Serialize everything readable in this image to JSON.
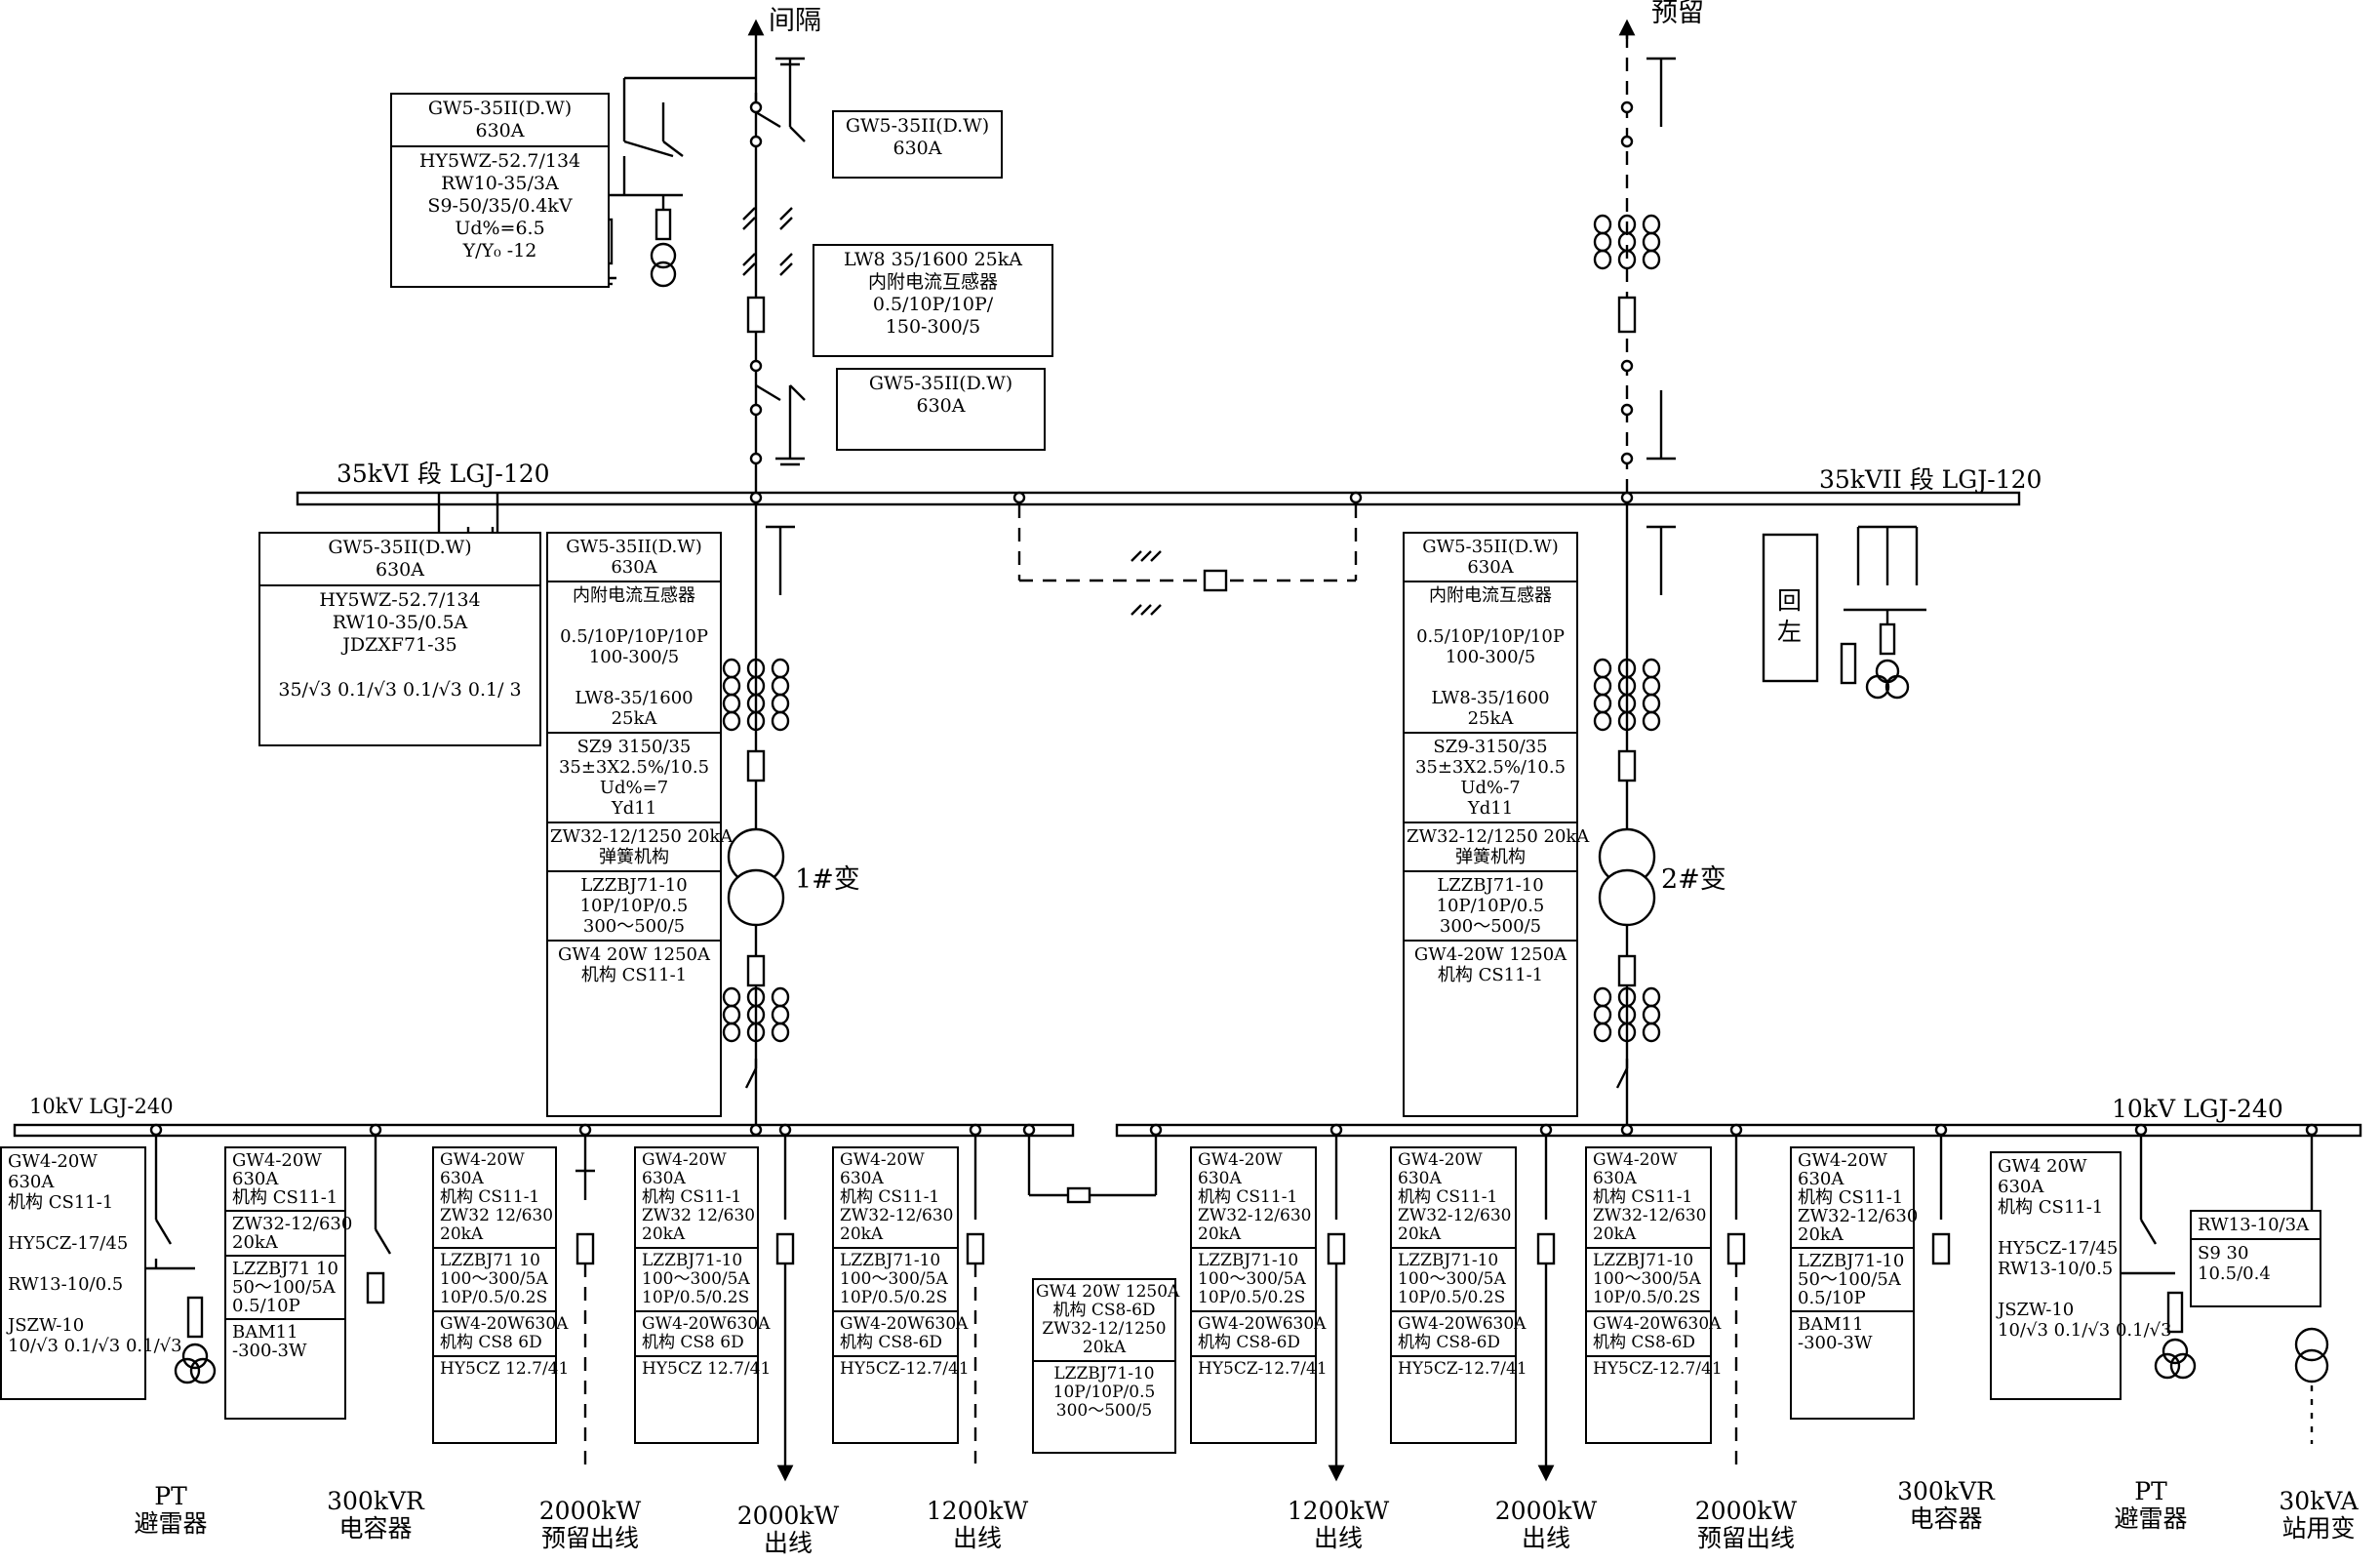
{
  "top_labels": {
    "bay": "间隔",
    "reserve": "预留"
  },
  "bus35": {
    "seg1": "35kVI 段  LGJ-120",
    "seg2": "35kVII 段 LGJ-120"
  },
  "bus10": {
    "left": "10kV   LGJ-240",
    "right": "10kV   LGJ-240"
  },
  "transformers": {
    "t1": "1#变",
    "t2": "2#变"
  },
  "return_left": "回左",
  "incoming_boxes": [
    {
      "id": "in-pt",
      "lines": [
        "GW5-35II(D.W)",
        "630A",
        "---",
        "HY5WZ-52.7/134",
        "RW10-35/3A",
        "S9-50/35/0.4kV",
        "Ud%=6.5",
        "Y/Y₀ -12"
      ]
    },
    {
      "id": "in-sw1",
      "lines": [
        "GW5-35II(D.W)",
        "630A"
      ]
    },
    {
      "id": "in-cb",
      "lines": [
        "LW8  35/1600  25kA",
        "内附电流互感器",
        "0.5/10P/10P/",
        "150-300/5"
      ]
    },
    {
      "id": "in-sw2",
      "lines": [
        "GW5-35II(D.W)",
        "630A"
      ]
    }
  ],
  "pt35_box": {
    "lines": [
      "GW5-35II(D.W)",
      "630A",
      "---",
      "HY5WZ-52.7/134",
      "RW10-35/0.5A",
      "JDZXF71-35",
      "",
      "35/√3  0.1/√3    0.1/√3    0.1/ 3"
    ]
  },
  "t1_box": {
    "lines": [
      "GW5-35II(D.W)",
      "630A",
      "---",
      "内附电流互感器",
      "",
      "0.5/10P/10P/10P",
      "100-300/5",
      "",
      "LW8-35/1600",
      "25kA",
      "---",
      "SZ9  3150/35",
      "35±3X2.5%/10.5",
      "Ud%=7",
      "Yd11",
      "---",
      "ZW32-12/1250  20kA",
      "弹簧机构",
      "---",
      "LZZBJ71-10",
      "10P/10P/0.5",
      "300～500/5",
      "---",
      "GW4  20W  1250A",
      "机构 CS11-1"
    ]
  },
  "t2_box": {
    "lines": [
      "GW5-35II(D.W)",
      "630A",
      "---",
      "内附电流互感器",
      "",
      "0.5/10P/10P/10P",
      "100-300/5",
      "",
      "LW8-35/1600",
      "25kA",
      "---",
      "SZ9-3150/35",
      "35±3X2.5%/10.5",
      "Ud%-7",
      "Yd11",
      "---",
      "ZW32-12/1250  20kA",
      "弹簧机构",
      "---",
      "LZZBJ71-10",
      "10P/10P/0.5",
      "300～500/5",
      "---",
      "GW4-20W  1250A",
      "机构 CS11-1"
    ]
  },
  "feeders": [
    {
      "id": "f-pt-left",
      "lines": [
        "GW4-20W",
        "630A",
        "机构 CS11-1",
        "",
        "HY5CZ-17/45",
        "",
        "RW13-10/0.5",
        "",
        "JSZW-10",
        "10/√3  0.1/√3  0.1/√3"
      ],
      "label": [
        "PT",
        "避雷器"
      ]
    },
    {
      "id": "f-cap-left",
      "lines": [
        "GW4-20W",
        "630A",
        "机构 CS11-1",
        "---",
        "ZW32-12/630",
        "20kA",
        "---",
        "LZZBJ71  10",
        "50～100/5A",
        "0.5/10P",
        "---",
        "BAM11",
        "-300-3W"
      ],
      "label": [
        "300kVR",
        "电容器"
      ]
    },
    {
      "id": "f-2000-reserve-left",
      "lines": [
        "GW4-20W",
        "630A",
        "机构 CS11-1",
        "ZW32  12/630",
        "20kA",
        "---",
        "LZZBJ71  10",
        "100～300/5A",
        "10P/0.5/0.2S",
        "---",
        "GW4-20W630A",
        "机构 CS8  6D",
        "---",
        "HY5CZ  12.7/41"
      ],
      "label": [
        "2000kW",
        "预留出线"
      ]
    },
    {
      "id": "f-2000-out-left",
      "lines": [
        "GW4-20W",
        "630A",
        "机构 CS11-1",
        "ZW32  12/630",
        "20kA",
        "---",
        "LZZBJ71-10",
        "100～300/5A",
        "10P/0.5/0.2S",
        "---",
        "GW4-20W630A",
        "机构 CS8  6D",
        "---",
        "HY5CZ   12.7/41"
      ],
      "label": [
        "2000kW",
        "出线"
      ]
    },
    {
      "id": "f-1200-out-left",
      "lines": [
        "GW4-20W",
        "630A",
        "机构 CS11-1",
        "ZW32-12/630",
        "20kA",
        "---",
        "LZZBJ71-10",
        "100～300/5A",
        "10P/0.5/0.2S",
        "---",
        "GW4-20W630A",
        "机构 CS8-6D",
        "---",
        "HY5CZ-12.7/41"
      ],
      "label": [
        "1200kW",
        "出线"
      ]
    },
    {
      "id": "f-1200-out-right",
      "lines": [
        "GW4-20W",
        "630A",
        "机构 CS11-1",
        "ZW32-12/630",
        "20kA",
        "---",
        "LZZBJ71-10",
        "100～300/5A",
        "10P/0.5/0.2S",
        "---",
        "GW4-20W630A",
        "机构 CS8-6D",
        "---",
        "HY5CZ-12.7/41"
      ],
      "label": [
        "1200kW",
        "出线"
      ]
    },
    {
      "id": "f-2000-out-right",
      "lines": [
        "GW4-20W",
        "630A",
        "机构 CS11-1",
        "ZW32-12/630",
        "20kA",
        "---",
        "LZZBJ71-10",
        "100～300/5A",
        "10P/0.5/0.2S",
        "---",
        "GW4-20W630A",
        "机构 CS8-6D",
        "---",
        "HY5CZ-12.7/41"
      ],
      "label": [
        "2000kW",
        "出线"
      ]
    },
    {
      "id": "f-2000-reserve-right",
      "lines": [
        "GW4-20W",
        "630A",
        "机构 CS11-1",
        "ZW32-12/630",
        "20kA",
        "---",
        "LZZBJ71-10",
        "100～300/5A",
        "10P/0.5/0.2S",
        "---",
        "GW4-20W630A",
        "机构 CS8-6D",
        "---",
        "HY5CZ-12.7/41"
      ],
      "label": [
        "2000kW",
        "预留出线"
      ]
    },
    {
      "id": "f-cap-right",
      "lines": [
        "GW4-20W",
        "630A",
        "机构 CS11-1",
        "ZW32-12/630",
        "20kA",
        "---",
        "LZZBJ71-10",
        "50～100/5A",
        "0.5/10P",
        "---",
        "BAM11",
        "-300-3W"
      ],
      "label": [
        "300kVR",
        "电容器"
      ]
    },
    {
      "id": "f-pt-right",
      "lines": [
        "GW4  20W",
        "630A",
        "机构 CS11-1",
        "",
        "HY5CZ-17/45",
        "RW13-10/0.5",
        "",
        "JSZW-10",
        "10/√3  0.1/√3  0.1/√3"
      ],
      "label": [
        "PT",
        "避雷器"
      ]
    },
    {
      "id": "f-station",
      "lines": [
        "RW13-10/3A",
        "---",
        "S9   30",
        "10.5/0.4"
      ],
      "label": [
        "30kVA",
        "站用变"
      ]
    }
  ],
  "tie_box": {
    "lines": [
      "GW4  20W  1250A",
      "机构 CS8-6D",
      "ZW32-12/1250",
      "20kA",
      "---",
      "LZZBJ71-10",
      "10P/10P/0.5",
      "300～500/5"
    ]
  }
}
